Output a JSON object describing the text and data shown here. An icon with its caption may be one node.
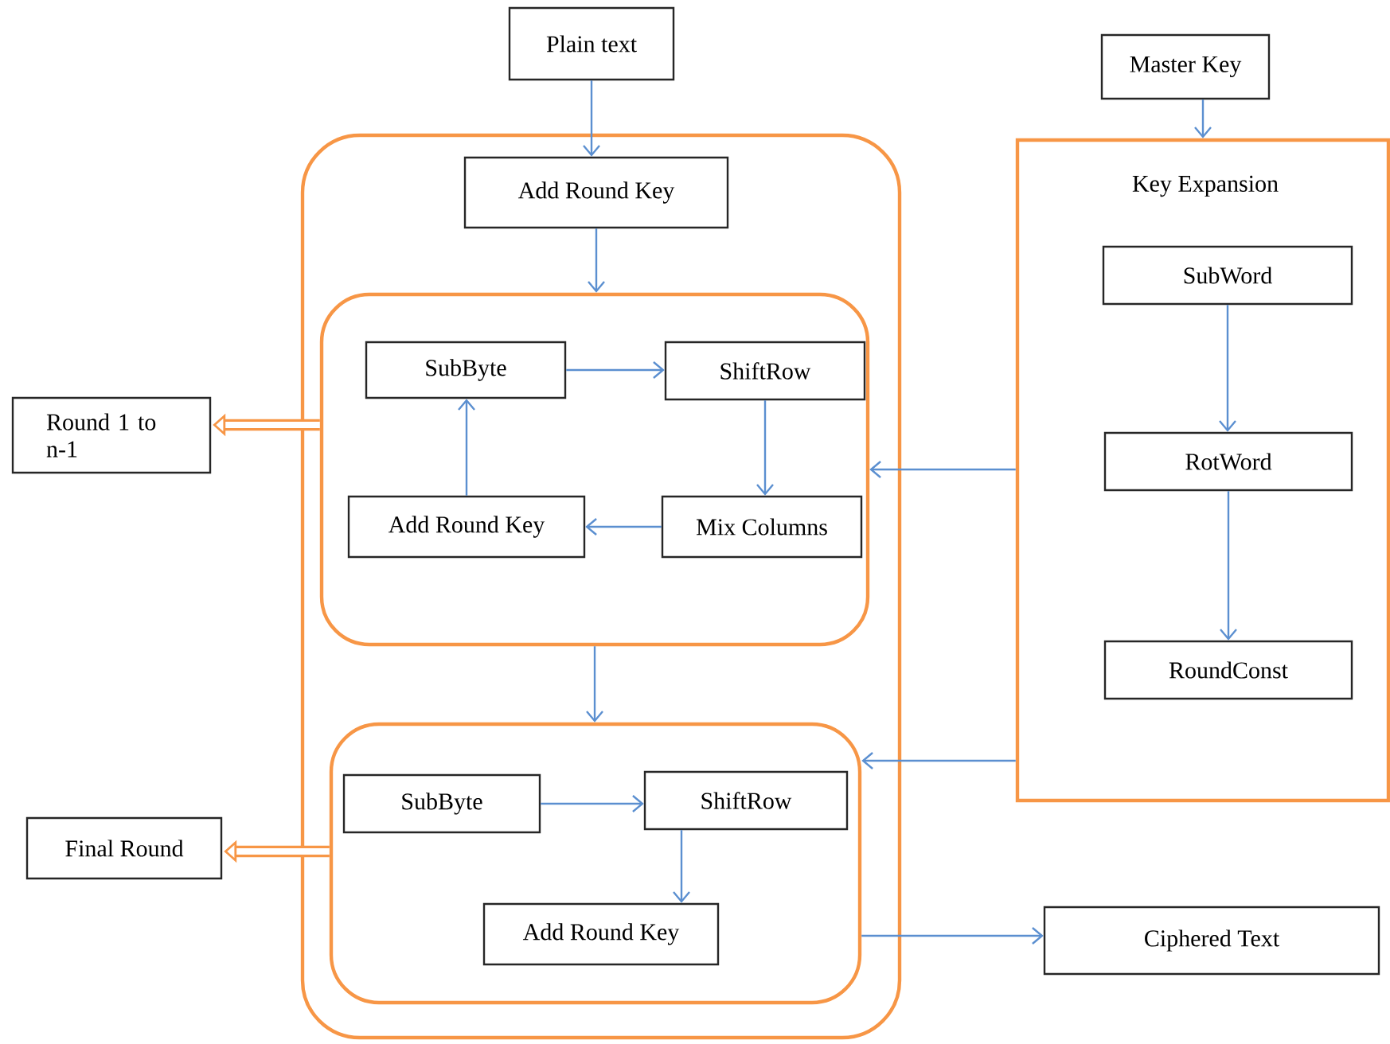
{
  "diagram": {
    "nodes": [
      {
        "text": [
          "Plain text"
        ]
      },
      {
        "text": [],
        "shape": "box"
      },
      {
        "text": [
          "Add Round Key"
        ],
        "in": 1
      },
      {
        "text": [],
        "shape": "box",
        "in": 1
      },
      {
        "text": [
          "SubByte"
        ],
        "in": 3
      },
      {
        "text": [
          "ShiftRow"
        ],
        "in": 3
      },
      {
        "text": [
          "Add Round Key"
        ],
        "in": 3
      },
      {
        "text": [
          "Mix Columns"
        ],
        "in": 3
      },
      {
        "text": [],
        "shape": "box",
        "in": 1
      },
      {
        "text": [
          "SubByte"
        ],
        "in": 8
      },
      {
        "text": [
          "ShiftRow"
        ],
        "in": 8
      },
      {
        "text": [
          "Add Round Key"
        ],
        "in": 8
      },
      {
        "text": [
          "Round 1 to n-1"
        ]
      },
      {
        "text": [
          "Final Round"
        ]
      },
      {
        "text": [
          "Master Key"
        ]
      },
      {
        "text": [
          "Key Expansion"
        ]
      },
      {
        "text": [
          "SubWord"
        ],
        "in": 15
      },
      {
        "text": [
          "RotWord"
        ],
        "in": 15
      },
      {
        "text": [
          "RoundConst"
        ],
        "in": 15
      },
      {
        "text": [
          "Ciphered Text"
        ]
      }
    ],
    "edges": [
      {
        "from": 0,
        "to": 2,
        "arrow": "to"
      },
      {
        "from": 14,
        "to": 15,
        "arrow": "to"
      },
      {
        "from": 2,
        "to": 3,
        "arrow": "to"
      },
      {
        "from": 4,
        "to": 5,
        "arrow": "to"
      },
      {
        "from": 5,
        "to": 7,
        "arrow": "to"
      },
      {
        "from": 7,
        "to": 6,
        "arrow": "to"
      },
      {
        "from": 6,
        "to": 4,
        "arrow": "to"
      },
      {
        "from": 3,
        "to": 8,
        "arrow": "to"
      },
      {
        "from": 15,
        "to": 3,
        "arrow": "to"
      },
      {
        "from": 15,
        "to": 8,
        "arrow": "to"
      },
      {
        "from": 9,
        "to": 10,
        "arrow": "to"
      },
      {
        "from": 10,
        "to": 11,
        "arrow": "to"
      },
      {
        "from": 8,
        "to": 19,
        "arrow": "to"
      },
      {
        "from": 3,
        "to": 12,
        "arrow": "to",
        "style": "thick",
        "color": "#f79646"
      },
      {
        "from": 8,
        "to": 13,
        "arrow": "to",
        "style": "thick",
        "color": "#f79646"
      },
      {
        "from": 16,
        "to": 17,
        "arrow": "to"
      },
      {
        "from": 17,
        "to": 18,
        "arrow": "to"
      }
    ]
  }
}
